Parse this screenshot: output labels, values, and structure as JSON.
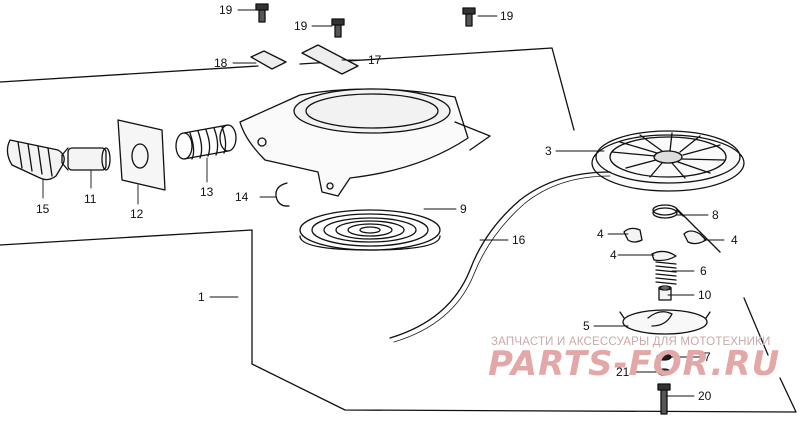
{
  "watermark": {
    "line1": "ЗАПЧАСТИ И АКСЕССУАРЫ ДЛЯ МОТОТЕХНИКИ",
    "logo": "PARTS-FOR.RU",
    "color": "#e4a7a7"
  },
  "callouts": {
    "p1": "1",
    "p3": "3",
    "p4a": "4",
    "p4b": "4",
    "p4c": "4",
    "p5": "5",
    "p6": "6",
    "p7": "7",
    "p8": "8",
    "p9": "9",
    "p10": "10",
    "p11": "11",
    "p12": "12",
    "p13": "13",
    "p14": "14",
    "p15": "15",
    "p16": "16",
    "p17": "17",
    "p18": "18",
    "p19a": "19",
    "p19b": "19",
    "p19c": "19",
    "p20": "20",
    "p21": "21"
  }
}
